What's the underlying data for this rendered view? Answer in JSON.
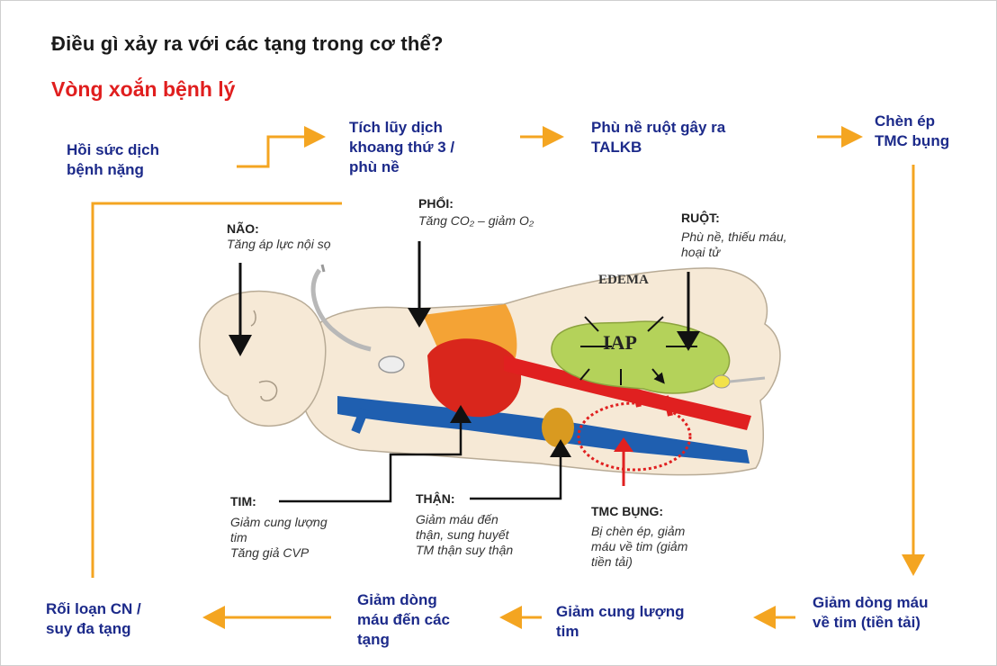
{
  "title": "Điều gì xảy ra với các tạng trong cơ thể?",
  "subtitle": "Vòng xoắn bệnh lý",
  "flow": {
    "fluid_resuscitation": "Hồi sức  dịch\nbệnh nặng",
    "third_space": "Tích lũy dịch\nkhoang thứ 3 /\nphù nề",
    "gut_edema": "Phù nề ruột gây ra\nTALKB",
    "ivc_compression": "Chèn ép\nTMC bụng",
    "venous_return": "Giảm dòng máu\nvề tim (tiền tải)",
    "cardiac_output": "Giảm cung lượng\ntim",
    "organ_flow": "Giảm dòng\nmáu đến các\ntạng",
    "organ_failure": "Rối loạn CN /\nsuy đa tạng"
  },
  "organs": {
    "brain": {
      "title": "NÃO:",
      "desc": "Tăng áp lực nội sọ"
    },
    "lung": {
      "title": "PHỔI:",
      "desc": "Tăng CO₂ – giảm O₂"
    },
    "gut": {
      "title": "RUỘT:",
      "desc": "Phù nề, thiếu máu,\nhoại tử"
    },
    "heart": {
      "title": "TIM:",
      "desc": "Giảm cung lượng\ntim\nTăng giả CVP"
    },
    "kidney": {
      "title": "THẬN:",
      "desc": "Giảm máu đến\nthận, sung huyết\nTM thận suy thận"
    },
    "ivc": {
      "title": "TMC BỤNG:",
      "desc": "Bị chèn ép, giảm\nmáu về tim (giảm\ntiền tải)"
    }
  },
  "illustration": {
    "edema_label": "EDEMA",
    "iap_label": "IAP"
  },
  "colors": {
    "arrow": "#f4a521",
    "flow_text": "#1c2a8a",
    "subtitle": "#e01e1e",
    "artery": "#e02020",
    "vein": "#1f5fb0",
    "bowel": "#b4d25a",
    "skin": "#f6e9d6"
  }
}
